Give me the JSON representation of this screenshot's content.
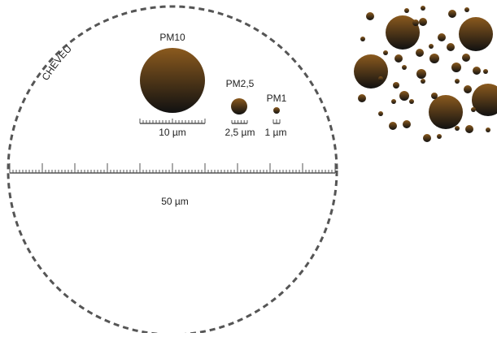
{
  "hair_label": "CHEVEU",
  "particles": [
    {
      "name": "PM10",
      "scale_label": "10 µm",
      "diameter_um": 10
    },
    {
      "name": "PM2,5",
      "scale_label": "2,5 µm",
      "diameter_um": 2.5
    },
    {
      "name": "PM1",
      "scale_label": "1 µm",
      "diameter_um": 1
    }
  ],
  "hair_scale_label": "50 µm",
  "colors": {
    "particle_top": "#8b5a1e",
    "particle_bottom": "#111111",
    "circle_stroke": "#555555",
    "ruler": "#555555"
  }
}
